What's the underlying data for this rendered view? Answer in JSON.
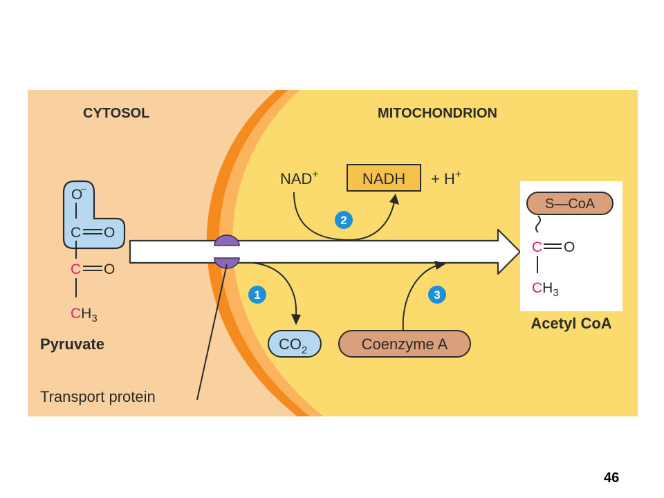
{
  "regions": {
    "cytosol": "CYTOSOL",
    "mitochondrion": "MITOCHONDRION"
  },
  "molecules": {
    "pyruvate": {
      "name": "Pyruvate",
      "o_minus": "O",
      "minus": "–",
      "c1": "C",
      "c1_bond": "O",
      "c2": "C",
      "c2_bond": "O",
      "c3": "C",
      "h3": "H",
      "sub3": "3"
    },
    "nad": {
      "text": "NAD",
      "sup": "+"
    },
    "nadh": {
      "text": "NADH"
    },
    "proton": {
      "text": "+ H",
      "sup": "+"
    },
    "co2": {
      "text": "CO",
      "sub": "2"
    },
    "coenzyme_a": {
      "text": "Coenzyme A"
    },
    "acetyl_coa": {
      "name": "Acetyl CoA",
      "s_coa": "S—CoA",
      "c1": "C",
      "c1_bond": "O",
      "c2": "C",
      "h3": "H",
      "sub3": "3"
    }
  },
  "steps": [
    "1",
    "2",
    "3"
  ],
  "labels": {
    "transport_protein": "Transport protein"
  },
  "slide_number": "46",
  "colors": {
    "cytosol_bg": "#f9d0a0",
    "membrane_outer": "#f58a1f",
    "membrane_band": "#fbb35e",
    "matrix_bg": "#fbdb6e",
    "carboxyl_box": "#b5d8f0",
    "coa_pill": "#d9a07b",
    "nadh_box": "#f5c24b",
    "step_circle": "#1e90d8",
    "carbon_magenta": "#e0187a",
    "protein_purple": "#8a6ab8"
  }
}
